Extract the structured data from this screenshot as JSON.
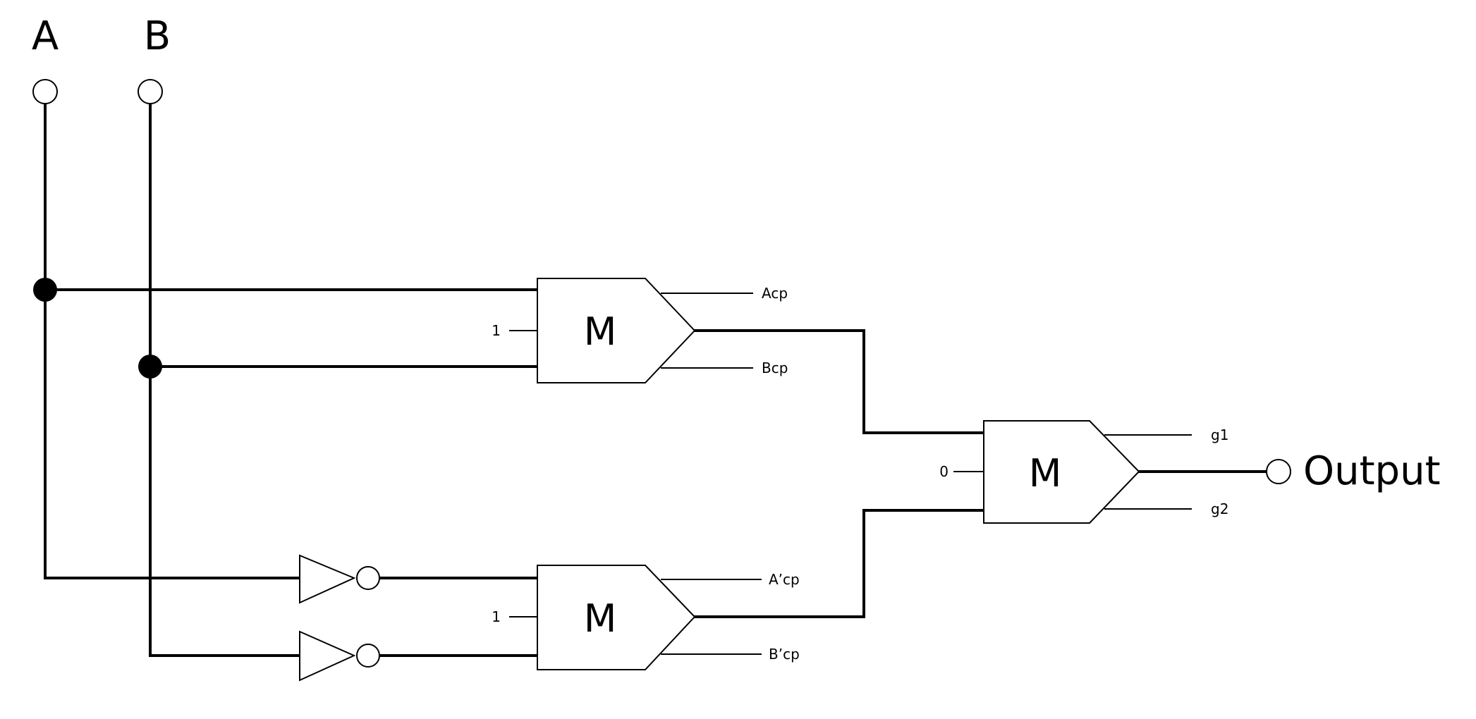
{
  "inputs": {
    "a_label": "A",
    "b_label": "B"
  },
  "output": {
    "label": "Output"
  },
  "gates": {
    "top": {
      "label": "M",
      "const_input": "1",
      "out1": "Acp",
      "out2": "Bcp"
    },
    "bottom": {
      "label": "M",
      "const_input": "1",
      "out1": "A’cp",
      "out2": "B’cp"
    },
    "final": {
      "label": "M",
      "const_input": "0",
      "out1": "g1",
      "out2": "g2"
    }
  }
}
